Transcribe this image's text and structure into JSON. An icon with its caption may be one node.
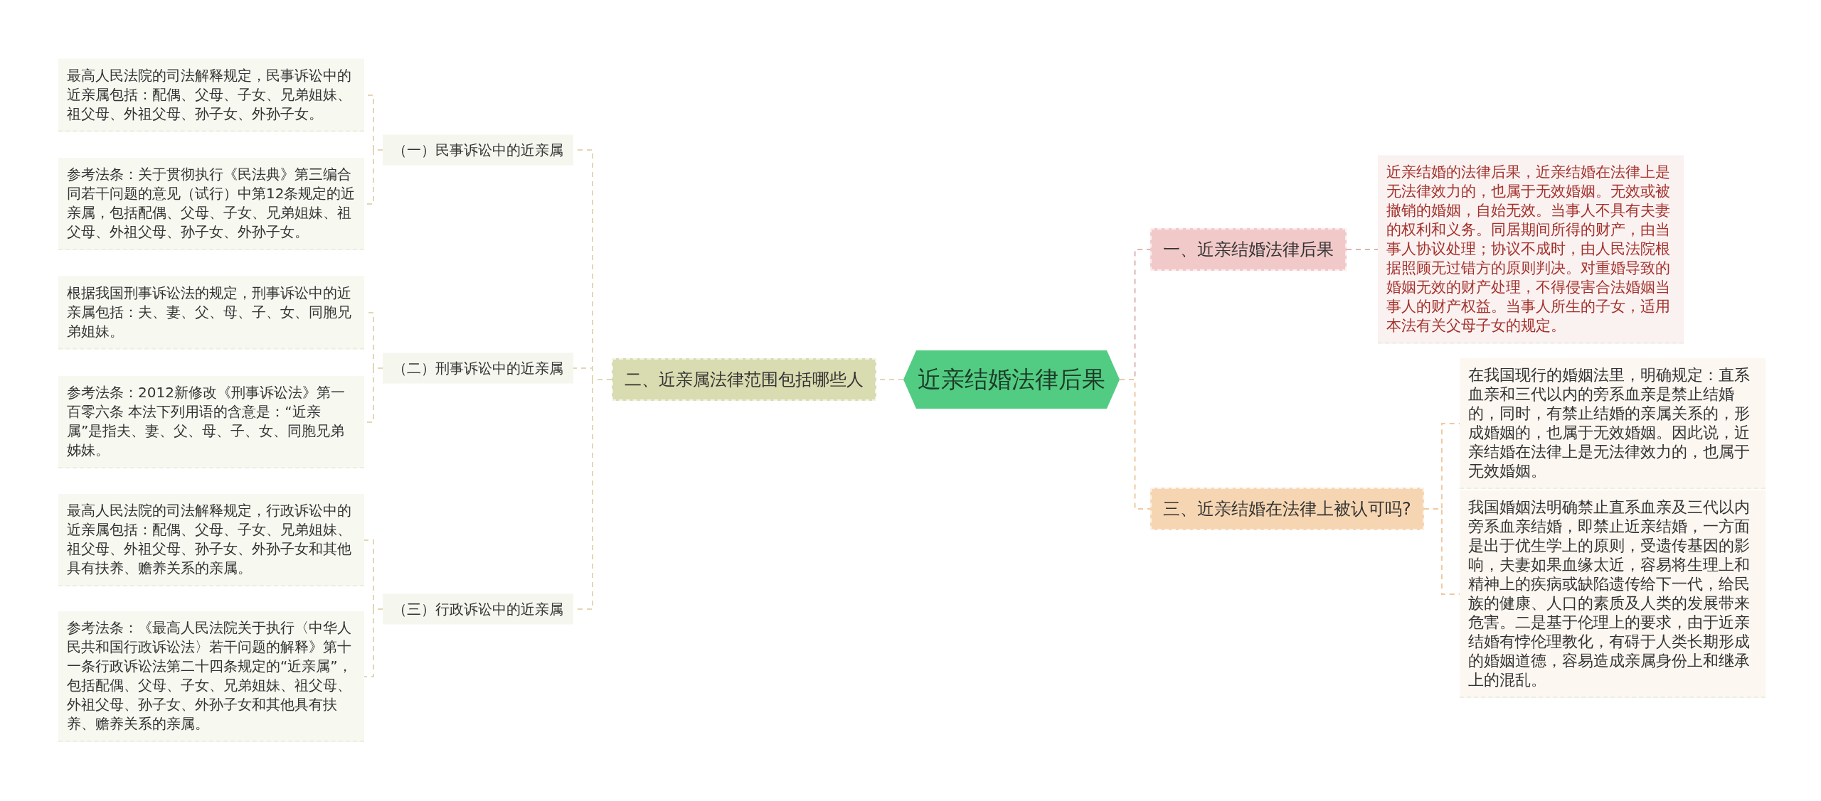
{
  "diagram": {
    "nodes": [
      {
        "text": [
          "近亲结婚法律后果"
        ]
      },
      {
        "text": [
          "一、近亲结婚法律后果"
        ]
      },
      {
        "text": [
          "近亲结婚的法律后果，近亲结婚在法律上是无法律效力的，也属于无效婚姻。无效或被撤销的婚姻，自始无效。当事人不具有夫妻的权利和义务。同居期间所得的财产，由当事人协议处理；协议不成时，由人民法院根据照顾无过错方的原则判决。对重婚导致的婚姻无效的财产处理，不得侵害合法婚姻当事人的财产权益。当事人所生的子女，适用本法有关父母子女的规定。"
        ]
      },
      {
        "text": [
          "三、近亲结婚在法律上被认可吗?"
        ]
      },
      {
        "text": [
          "在我国现行的婚姻法里，明确规定：直系血亲和三代以内的旁系血亲是禁止结婚的，同时，有禁止结婚的亲属关系的，形成婚姻的，也属于无效婚姻。因此说，近亲结婚在法律上是无法律效力的，也属于无效婚姻。"
        ]
      },
      {
        "text": [
          "我国婚姻法明确禁止直系血亲及三代以内旁系血亲结婚，即禁止近亲结婚，一方面是出于优生学上的原则，受遗传基因的影响，夫妻如果血缘太近，容易将生理上和精神上的疾病或缺陷遗传给下一代，给民族的健康、人口的素质及人类的发展带来危害。二是基于伦理上的要求，由于近亲结婚有悖伦理教化，有碍于人类长期形成的婚姻道德，容易造成亲属身份上和继承上的混乱。"
        ]
      },
      {
        "text": [
          "二、近亲属法律范围包括哪些人"
        ]
      },
      {
        "text": [
          "（一）民事诉讼中的近亲属"
        ]
      },
      {
        "text": [
          "最高人民法院的司法解释规定，民事诉讼中的近亲属包括：配偶、父母、子女、兄弟姐妹、祖父母、外祖父母、孙子女、外孙子女。"
        ]
      },
      {
        "text": [
          "参考法条：关于贯彻执行《民法典》第三编合同若干问题的意见（试行）中第12条规定的近亲属，包括配偶、父母、子女、兄弟姐妹、祖父母、外祖父母、孙子女、外孙子女。"
        ]
      },
      {
        "text": [
          "（二）刑事诉讼中的近亲属"
        ]
      },
      {
        "text": [
          "根据我国刑事诉讼法的规定，刑事诉讼中的近亲属包括：夫、妻、父、母、子、女、同胞兄弟姐妹。"
        ]
      },
      {
        "text": [
          "参考法条：2012新修改《刑事诉讼法》第一百零六条 本法下列用语的含意是：“近亲属”是指夫、妻、父、母、子、女、同胞兄弟姊妹。"
        ]
      },
      {
        "text": [
          "（三）行政诉讼中的近亲属"
        ]
      },
      {
        "text": [
          "最高人民法院的司法解释规定，行政诉讼中的近亲属包括：配偶、父母、子女、兄弟姐妹、祖父母、外祖父母、孙子女、外孙子女和其他具有扶养、赡养关系的亲属。"
        ]
      },
      {
        "text": [
          "参考法条：《最高人民法院关于执行〈中华人民共和国行政诉讼法〉若干问题的解释》第十一条行政诉讼法第二十四条规定的“近亲属”，包括配偶、父母、子女、兄弟姐妹、祖父母、外祖父母、孙子女、外孙子女和其他具有扶养、赡养关系的亲属。"
        ]
      }
    ],
    "edges": [
      {
        "from": 0,
        "to": 1,
        "arrow": "none",
        "style": "dashed",
        "color": "#dcb4b4"
      },
      {
        "from": 1,
        "to": 2,
        "arrow": "none",
        "style": "dashed",
        "color": "#dcb4b4"
      },
      {
        "from": 0,
        "to": 3,
        "arrow": "none",
        "style": "dashed",
        "color": "#efc9a0"
      },
      {
        "from": 3,
        "to": 4,
        "arrow": "none",
        "style": "dashed",
        "color": "#efc9a0"
      },
      {
        "from": 3,
        "to": 5,
        "arrow": "none",
        "style": "dashed",
        "color": "#efc9a0"
      },
      {
        "from": 0,
        "to": 6,
        "arrow": "none",
        "style": "dashed"
      },
      {
        "from": 6,
        "to": 7,
        "arrow": "none",
        "style": "dashed"
      },
      {
        "from": 7,
        "to": 8,
        "arrow": "none",
        "style": "dashed"
      },
      {
        "from": 7,
        "to": 9,
        "arrow": "none",
        "style": "dashed"
      },
      {
        "from": 6,
        "to": 10,
        "arrow": "none",
        "style": "dashed"
      },
      {
        "from": 10,
        "to": 11,
        "arrow": "none",
        "style": "dashed"
      },
      {
        "from": 10,
        "to": 12,
        "arrow": "none",
        "style": "dashed"
      },
      {
        "from": 6,
        "to": 13,
        "arrow": "none",
        "style": "dashed"
      },
      {
        "from": 13,
        "to": 14,
        "arrow": "none",
        "style": "dashed"
      },
      {
        "from": 13,
        "to": 15,
        "arrow": "none",
        "style": "dashed"
      }
    ]
  }
}
